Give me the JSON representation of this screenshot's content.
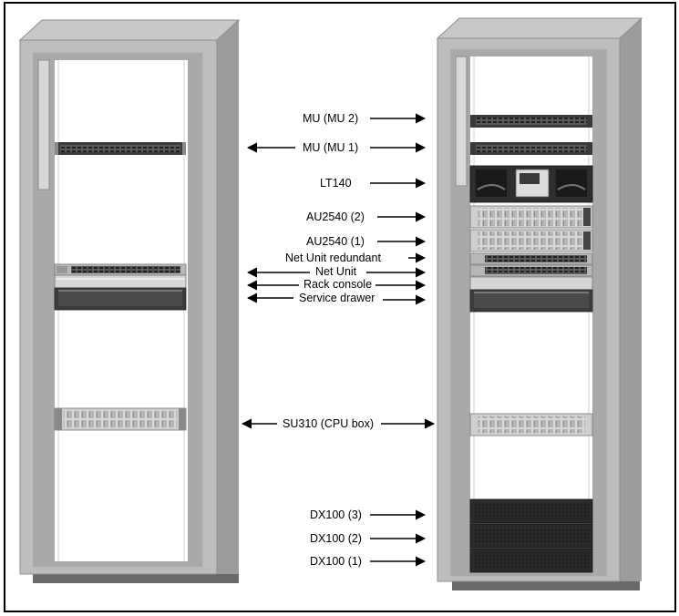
{
  "labels": {
    "mu2": "MU (MU 2)",
    "mu1": "MU (MU 1)",
    "lt140": "LT140",
    "au2540_2": "AU2540 (2)",
    "au2540_1": "AU2540 (1)",
    "net_unit_redundant": "Net Unit redundant",
    "net_unit": "Net Unit",
    "rack_console": "Rack console",
    "service_drawer": "Service drawer",
    "su310": "SU310 (CPU box)",
    "dx100_3": "DX100 (3)",
    "dx100_2": "DX100 (2)",
    "dx100_1": "DX100 (1)"
  },
  "colors": {
    "cabinet_side": "#9c9c9c",
    "cabinet_front": "#bdbdbd",
    "cabinet_top": "#c8c8c8",
    "interior": "#ffffff",
    "unit_dark": "#3a3a3a",
    "unit_light": "#cfcfcf",
    "arrow": "#000000"
  }
}
